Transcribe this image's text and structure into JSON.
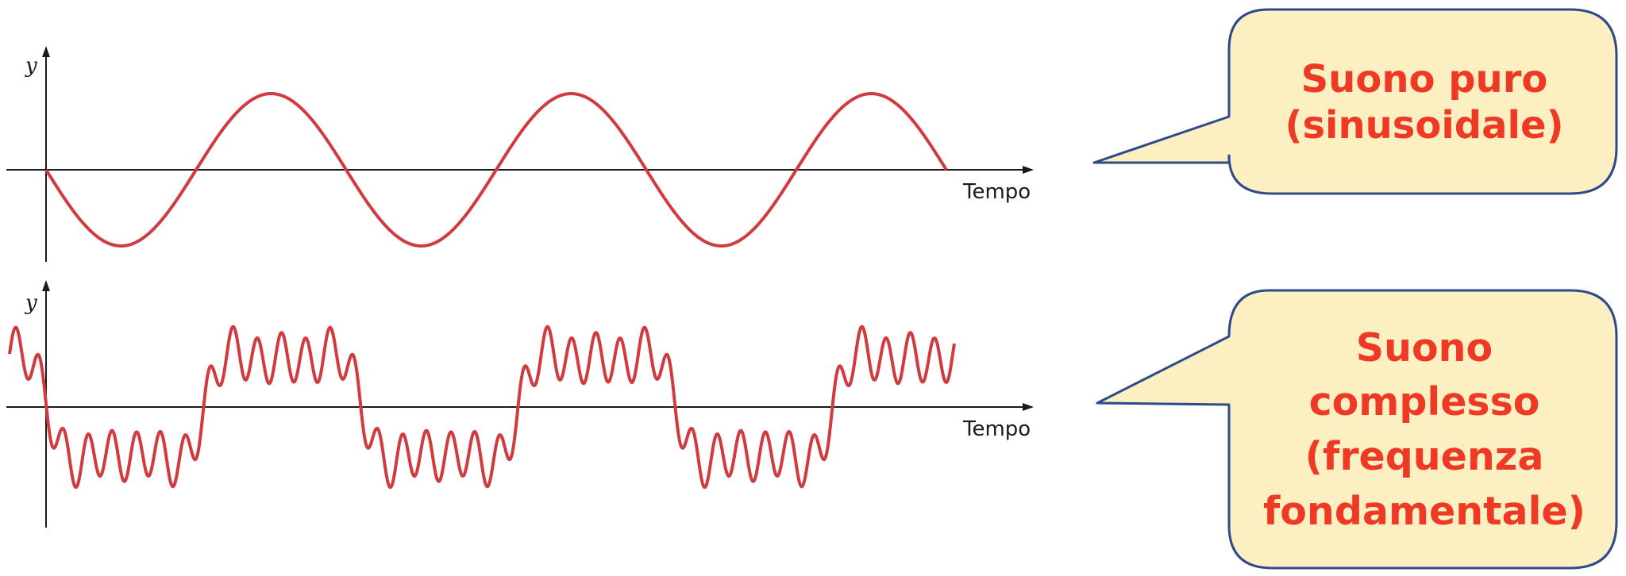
{
  "colors": {
    "wave": "#d13a3f",
    "axis": "#1a1a1a",
    "callout_fill": "#fcefc2",
    "callout_border": "#2e4a8a",
    "callout_text": "#ee3a24"
  },
  "pure_tone_graph": {
    "y_label": "y",
    "x_label": "Tempo"
  },
  "complex_tone_graph": {
    "y_label": "y",
    "x_label": "Tempo"
  },
  "callout_pure": {
    "line1": "Suono puro",
    "line2": "(sinusoidale)"
  },
  "callout_complex": {
    "line1": "Suono",
    "line2": "complesso",
    "line3": "(frequenza",
    "line4": "fondamentale)"
  }
}
